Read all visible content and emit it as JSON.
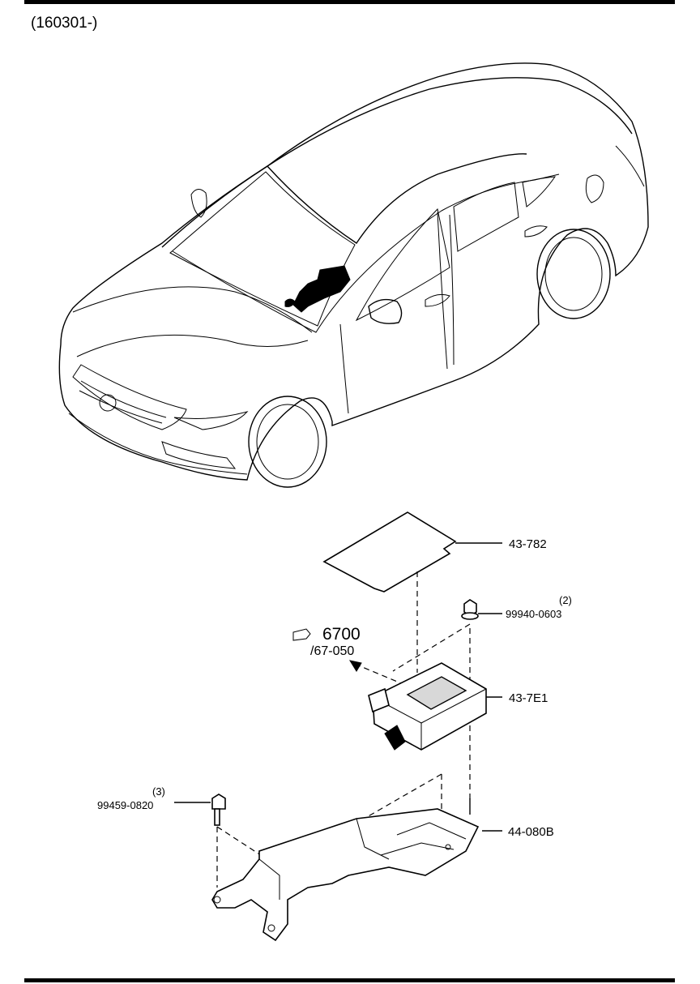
{
  "header": {
    "date_code": "(160301-)"
  },
  "callouts": [
    {
      "part_no": "43-782",
      "qty": ""
    },
    {
      "part_no": "99940-0603",
      "qty": "(2)"
    },
    {
      "part_no": "43-7E1",
      "qty": ""
    },
    {
      "part_no": "44-080B",
      "qty": ""
    },
    {
      "part_no": "99459-0820",
      "qty": "(3)"
    }
  ],
  "reference": {
    "fig": "6700",
    "sub": "/67-050"
  },
  "icons": {
    "reference_marker": "refer-arrow-icon"
  }
}
